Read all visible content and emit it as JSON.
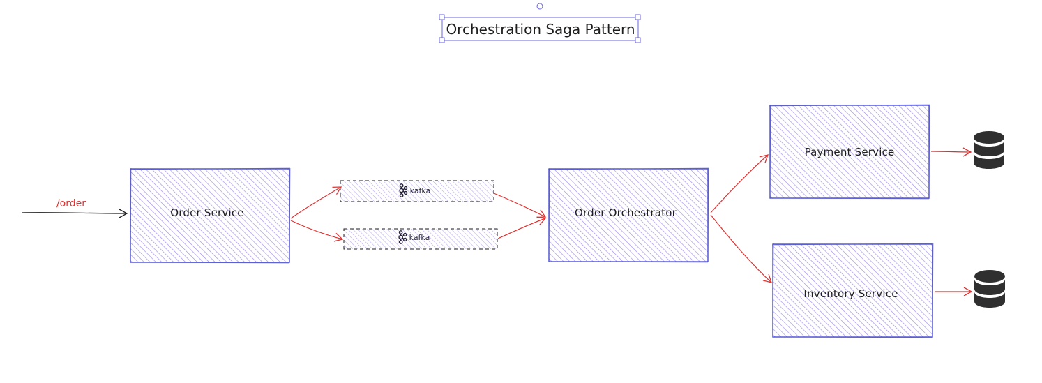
{
  "title": "Orchestration Saga Pattern",
  "entry_label": "/order",
  "nodes": {
    "order_service": "Order Service",
    "order_orchestrator": "Order Orchestrator",
    "payment_service": "Payment Service",
    "inventory_service": "Inventory Service"
  },
  "kafka_label": "kafka",
  "colors": {
    "node_stroke": "#4c4fd6",
    "node_hatch": "#a28ce8",
    "arrow": "#e03131",
    "entry_arrow": "#1e1e1e",
    "database": "#2f2f2f",
    "selection": "#6965db"
  }
}
